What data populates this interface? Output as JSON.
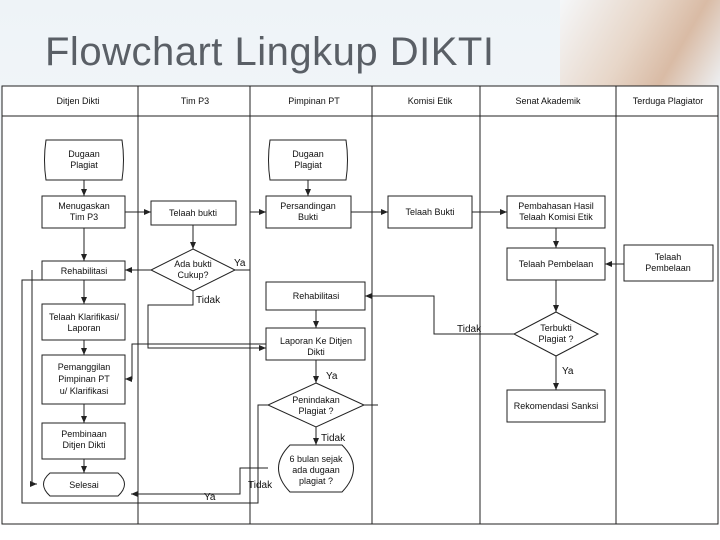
{
  "title": "Flowchart Lingkup DIKTI",
  "lanes": [
    "Ditjen Dikti",
    "Tim P3",
    "Pimpinan PT",
    "Komisi Etik",
    "Senat Akademik",
    "Terduga Plagiator"
  ],
  "nodes": {
    "dugaan1": [
      "Dugaan",
      "Plagiat"
    ],
    "menugaskan": [
      "Menugaskan",
      "Tim P3"
    ],
    "rehab1": [
      "Rehabilitasi"
    ],
    "klarifikasi": [
      "Telaah Klarifikasi/",
      "Laporan"
    ],
    "pemanggilan": [
      "Pemanggilan",
      "Pimpinan PT",
      "u/ Klarifikasi"
    ],
    "pembinaan": [
      "Pembinaan",
      "Ditjen Dikti"
    ],
    "selesai": [
      "Selesai"
    ],
    "telaah_bukti_p3": [
      "Telaah bukti"
    ],
    "ada_bukti": [
      "Ada bukti",
      "Cukup?"
    ],
    "dugaan2": [
      "Dugaan",
      "Plagiat"
    ],
    "persandingan": [
      "Persandingan",
      "Bukti"
    ],
    "rehab2": [
      "Rehabilitasi"
    ],
    "laporan": [
      "Laporan Ke Ditjen",
      "Dikti"
    ],
    "penindakan": [
      "Penindakan",
      "Plagiat ?"
    ],
    "enam_bulan": [
      "6 bulan sejak",
      "ada dugaan",
      "plagiat ?"
    ],
    "telaah_bukti_ke": [
      "Telaah Bukti"
    ],
    "pembahasan": [
      "Pembahasan Hasil",
      "Telaah Komisi Etik"
    ],
    "telaah_pembelaan_sa": [
      "Telaah Pembelaan"
    ],
    "terbukti": [
      "Terbukti",
      "Plagiat ?"
    ],
    "rekomendasi": [
      "Rekomendasi Sanksi"
    ],
    "telaah_pembelaan_tp": [
      "Telaah",
      "Pembelaan"
    ]
  },
  "labels": {
    "ya1": "Ya",
    "tidak1": "Tidak",
    "tidak2": "Tidak",
    "ya2": "Ya",
    "ya3": "Ya",
    "tidak3": "Tidak",
    "tidak4": "Tidak",
    "ya4": "Ya"
  }
}
